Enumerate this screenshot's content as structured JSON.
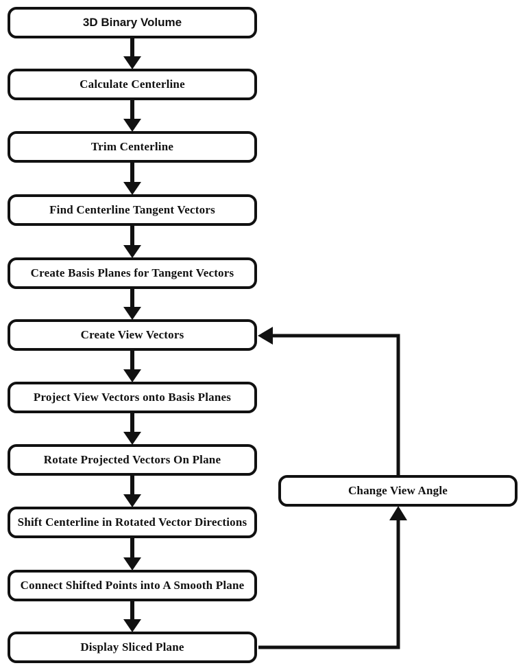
{
  "diagram": {
    "type": "flowchart",
    "background_color": "#ffffff",
    "line_color": "#111111",
    "box_fill_color": "#ffffff",
    "box_border_color": "#111111"
  },
  "flow": {
    "steps": [
      {
        "label": "3D Binary Volume"
      },
      {
        "label": "Calculate Centerline"
      },
      {
        "label": "Trim Centerline"
      },
      {
        "label": "Find Centerline Tangent Vectors"
      },
      {
        "label": "Create Basis Planes for Tangent Vectors"
      },
      {
        "label": "Create View Vectors"
      },
      {
        "label": "Project View Vectors onto Basis Planes"
      },
      {
        "label": "Rotate Projected Vectors On Plane"
      },
      {
        "label": "Shift Centerline in Rotated Vector Directions"
      },
      {
        "label": "Connect Shifted Points into A Smooth Plane"
      },
      {
        "label": "Display Sliced Plane"
      }
    ],
    "feedback_step": {
      "label": "Change View Angle"
    },
    "edges": {
      "main_chain": "each step flows down to the next with a solid black arrow",
      "loop_out": {
        "from": "Display Sliced Plane",
        "to": "Change View Angle"
      },
      "loop_back": {
        "from": "Change View Angle",
        "to": "Create View Vectors"
      }
    }
  }
}
